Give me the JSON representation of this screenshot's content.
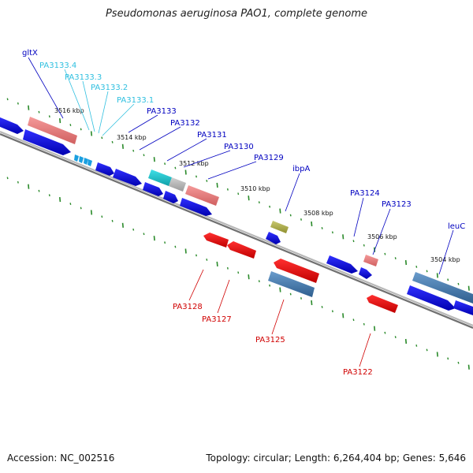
{
  "title": "Pseudomonas aeruginosa PAO1, complete genome",
  "footer": {
    "accession": "Accession: NC_002516",
    "summary": "Topology: circular; Length: 6,264,404 bp; Genes: 5,646"
  },
  "ticks": [
    "3516 kbp",
    "3514 kbp",
    "3512 kbp",
    "3510 kbp",
    "3508 kbp",
    "3506 kbp",
    "3504 kbp"
  ],
  "labels_top": [
    "gltX",
    "PA3133.4",
    "PA3133.3",
    "PA3133.2",
    "PA3133.1",
    "PA3133",
    "PA3132",
    "PA3131",
    "PA3130",
    "PA3129",
    "ibpA",
    "PA3124",
    "PA3123",
    "leuC"
  ],
  "labels_bottom": [
    "PA3128",
    "PA3127",
    "PA3125",
    "PA3122"
  ],
  "colors": {
    "forward_gene": "#1010e0",
    "reverse_gene": "#ee1010",
    "trna": "#e87878",
    "misc": "#20c8d0",
    "operon": "#4682b4",
    "other": "#a0a040",
    "backbone": "#808080",
    "tick": "#2a8a2a"
  }
}
